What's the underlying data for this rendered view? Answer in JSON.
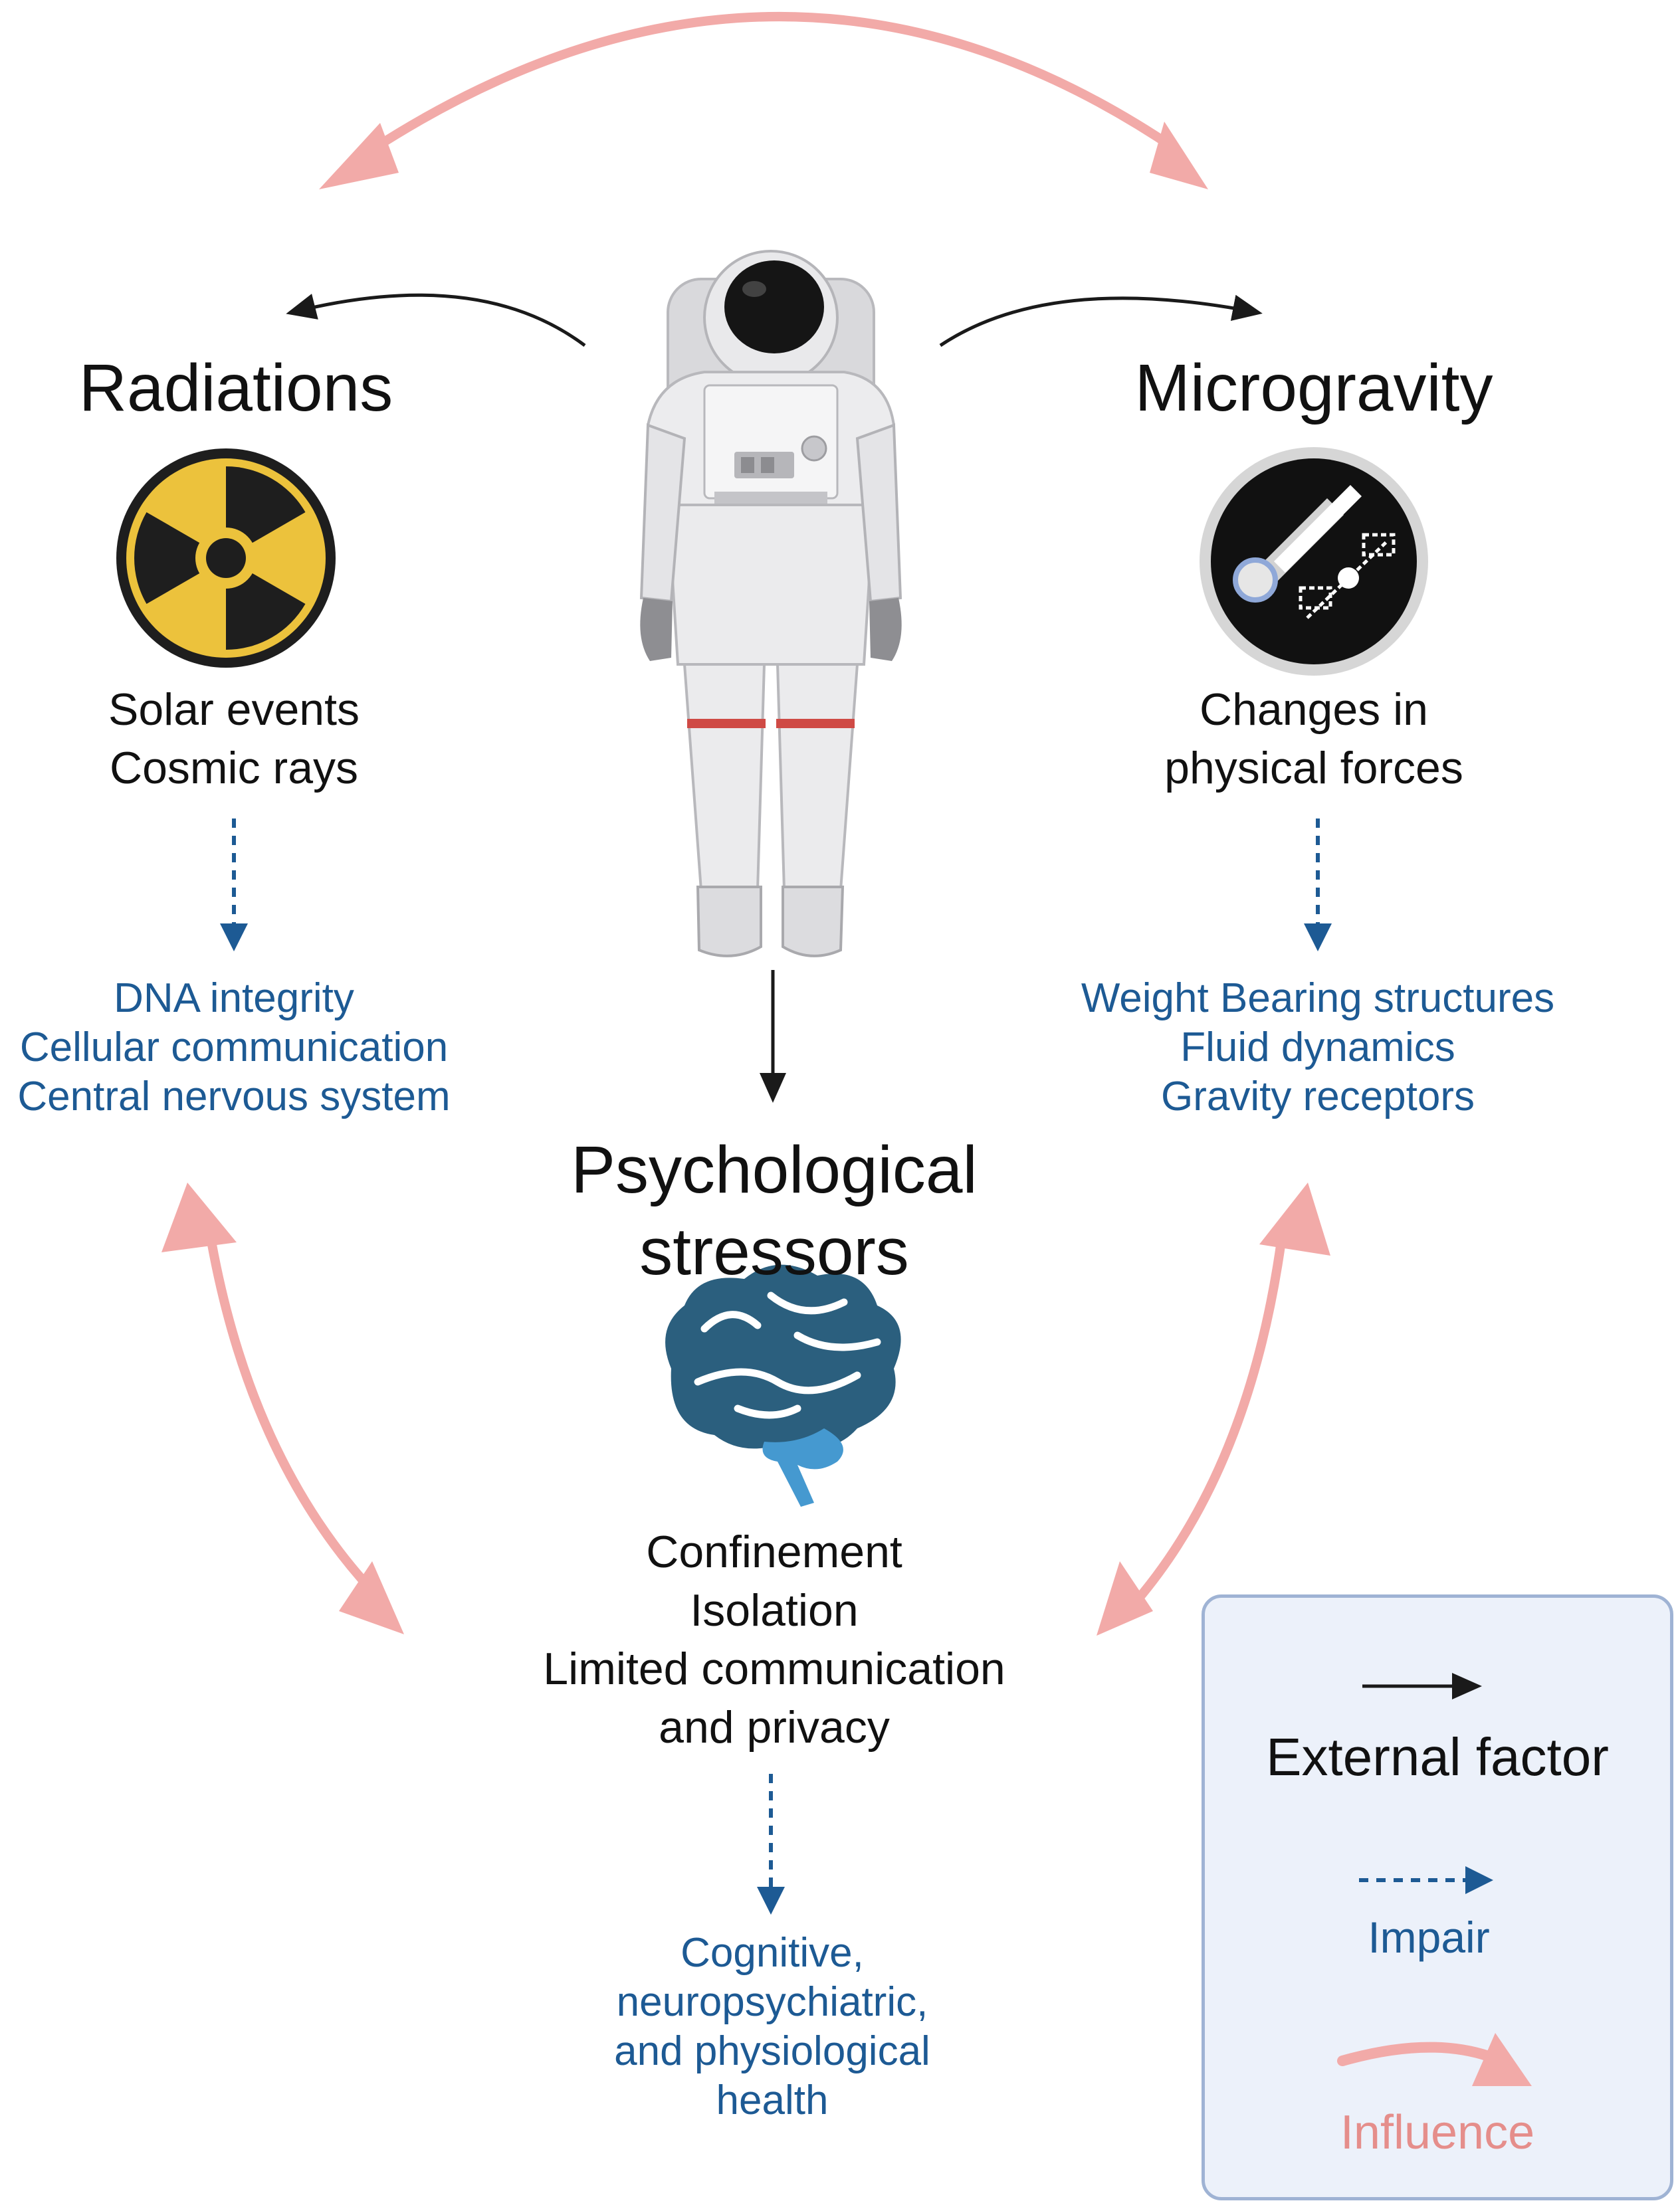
{
  "radiations": {
    "title": "Radiations",
    "sources": [
      "Solar events",
      "Cosmic rays"
    ],
    "impairs": [
      "DNA integrity",
      "Cellular communication",
      "Central nervous system"
    ]
  },
  "microgravity": {
    "title": "Microgravity",
    "sources": [
      "Changes in",
      "physical forces"
    ],
    "impairs": [
      "Weight Bearing structures",
      "Fluid dynamics",
      "Gravity receptors"
    ]
  },
  "psychological": {
    "title": [
      "Psychological",
      "stressors"
    ],
    "sources": [
      "Confinement",
      "Isolation",
      "Limited communication",
      "and privacy"
    ],
    "impairs": [
      "Cognitive,",
      "neuropsychiatric,",
      "and physiological",
      "health"
    ]
  },
  "legend": {
    "external": "External factor",
    "impair": "Impair",
    "influence": "Influence"
  },
  "colors": {
    "influence": "#f2aaa8",
    "impair": "#1d5a94",
    "external": "#1a1a1a",
    "radiation_yellow": "#ecc23c",
    "brain": "#2b5f7e",
    "brain_stem": "#4599d0"
  },
  "icons": [
    "astronaut-icon",
    "radiation-icon",
    "space-station-icon",
    "brain-icon"
  ]
}
